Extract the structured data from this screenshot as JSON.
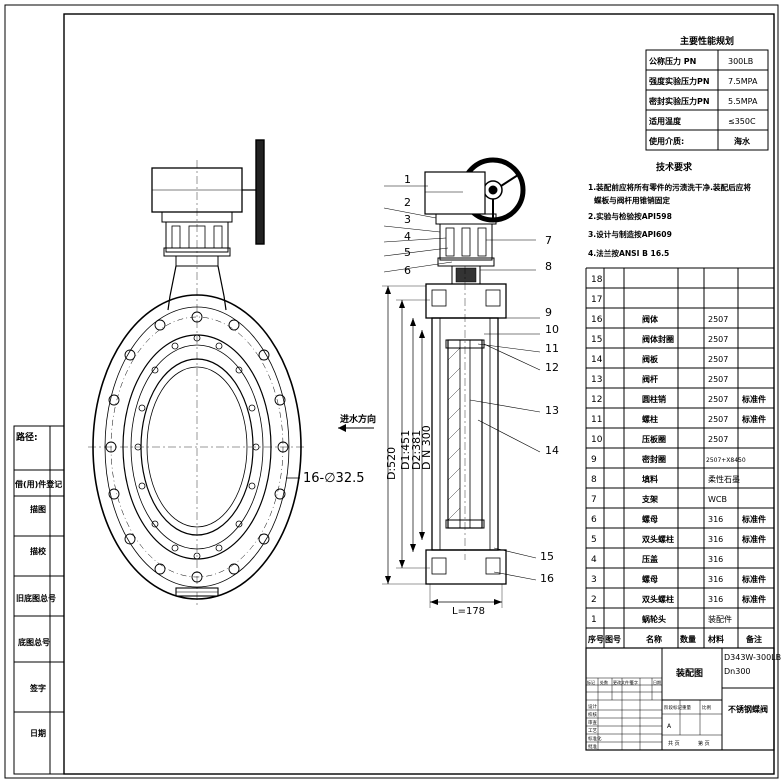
{
  "perf": {
    "title": "主要性能规划",
    "rows": [
      {
        "label": "公称压力 PN",
        "value": "300LB"
      },
      {
        "label": "强度实验压力PN",
        "value": "7.5MPA"
      },
      {
        "label": "密封实验压力PN",
        "value": "5.5MPA"
      },
      {
        "label": "适用温度",
        "value": "≤350C"
      },
      {
        "label": "使用介质:",
        "value": "海水"
      }
    ]
  },
  "tech": {
    "title": "技术要求",
    "lines": [
      "1.装配前应将所有零件的污渍洗干净.装配后应将",
      "蝶板与阀杆用锥销固定",
      "2.实验与检验按API598",
      "3.设计与制造按API609",
      "4.法兰按ANSI B 16.5"
    ]
  },
  "bom": {
    "rows": [
      {
        "no": "18",
        "name": "",
        "qty": "",
        "material": "",
        "note": ""
      },
      {
        "no": "17",
        "name": "",
        "qty": "",
        "material": "",
        "note": ""
      },
      {
        "no": "16",
        "name": "阀体",
        "qty": "",
        "material": "2507",
        "note": ""
      },
      {
        "no": "15",
        "name": "阀体封圈",
        "qty": "",
        "material": "2507",
        "note": ""
      },
      {
        "no": "14",
        "name": "阀板",
        "qty": "",
        "material": "2507",
        "note": ""
      },
      {
        "no": "13",
        "name": "阀杆",
        "qty": "",
        "material": "2507",
        "note": ""
      },
      {
        "no": "12",
        "name": "圆柱销",
        "qty": "",
        "material": "2507",
        "note": "标准件"
      },
      {
        "no": "11",
        "name": "螺柱",
        "qty": "",
        "material": "2507",
        "note": "标准件"
      },
      {
        "no": "10",
        "name": "压板圈",
        "qty": "",
        "material": "2507",
        "note": ""
      },
      {
        "no": "9",
        "name": "密封圈",
        "qty": "",
        "material": "2507+X8450",
        "note": ""
      },
      {
        "no": "8",
        "name": "填料",
        "qty": "",
        "material": "柔性石墨",
        "note": ""
      },
      {
        "no": "7",
        "name": "支架",
        "qty": "",
        "material": "WCB",
        "note": ""
      },
      {
        "no": "6",
        "name": "螺母",
        "qty": "",
        "material": "316",
        "note": "标准件"
      },
      {
        "no": "5",
        "name": "双头螺柱",
        "qty": "",
        "material": "316",
        "note": "标准件"
      },
      {
        "no": "4",
        "name": "压盖",
        "qty": "",
        "material": "316",
        "note": ""
      },
      {
        "no": "3",
        "name": "螺母",
        "qty": "",
        "material": "316",
        "note": "标准件"
      },
      {
        "no": "2",
        "name": "双头螺柱",
        "qty": "",
        "material": "316",
        "note": "标准件"
      },
      {
        "no": "1",
        "name": "蜗轮头",
        "qty": "",
        "material": "装配件",
        "note": ""
      }
    ],
    "header": {
      "no": "序号",
      "code": "图号",
      "name": "名称",
      "qty": "数量",
      "material": "材料",
      "note": "备注"
    }
  },
  "titleblock": {
    "drawing_type": "装配图",
    "model": "D343W-300LB",
    "size": "Dn300",
    "product": "不锈钢蝶阀",
    "small": [
      "标记",
      "处数",
      "更改文件号",
      "签字",
      "日期"
    ],
    "rows_left": [
      "设计",
      "校核",
      "审查",
      "工艺",
      "标准化",
      "批准"
    ],
    "scale_label": "重量",
    "ratio_label": "比例",
    "stage": "阶段标记",
    "sheet1": "共 页",
    "sheet2": "第 页",
    "mark_a": "A"
  },
  "sidebar": {
    "labels": [
      "路径:",
      "借(用)件登记",
      "描图",
      "描校",
      "旧底图总号",
      "底图总号",
      "签字",
      "日期"
    ]
  },
  "annotations": {
    "flow_label": "进水方向",
    "hole_callout": "16-∅32.5",
    "length_label": "L=178",
    "dims": [
      "D:520",
      "D1:451",
      "D2:381",
      "D N 300"
    ]
  },
  "leaders_left": [
    "1",
    "2",
    "3",
    "4",
    "5",
    "6"
  ],
  "leaders_right": [
    "7",
    "8",
    "9",
    "10",
    "11",
    "12",
    "13",
    "14",
    "15",
    "16"
  ]
}
